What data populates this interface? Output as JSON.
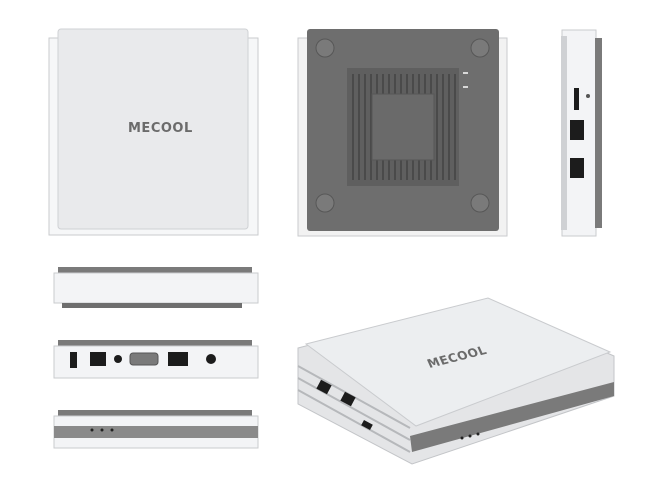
{
  "brand": {
    "logo_text": "MECOOL"
  },
  "colors": {
    "shell": "#e9eaec",
    "shell_light": "#f3f4f6",
    "bottom": "#6e6e6e",
    "vent": "#5a5a5a",
    "stripe": "#8a8a8a",
    "port_black": "#1c1c1c"
  },
  "views": [
    {
      "name": "top",
      "icon": "top-view"
    },
    {
      "name": "bottom",
      "icon": "bottom-vent-view"
    },
    {
      "name": "side-right",
      "icon": "side-usb-view"
    },
    {
      "name": "front",
      "icon": "front-view"
    },
    {
      "name": "rear",
      "icon": "rear-ports-view"
    },
    {
      "name": "front-leds",
      "icon": "front-led-view"
    },
    {
      "name": "perspective",
      "icon": "3d-view"
    }
  ]
}
